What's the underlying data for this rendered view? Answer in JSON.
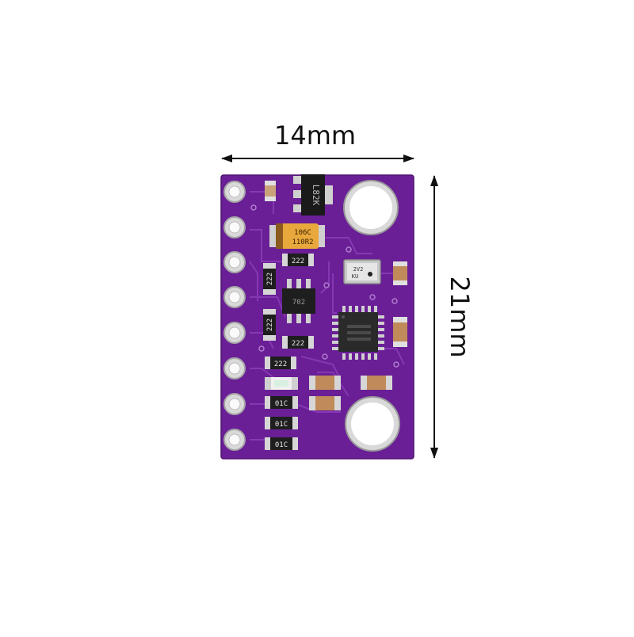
{
  "dimensions": {
    "width_label": "14mm",
    "height_label": "21mm"
  },
  "board": {
    "color": "#6a1f96",
    "pad_color": "#d9d9d9",
    "pin_count": 8,
    "chip_markings": {
      "regulator": "L82K",
      "tantalum_cap": "106C",
      "tantalum_cap_line2": "110R2",
      "pressure_sensor": "2V2",
      "pressure_sensor_line2": "KU",
      "sot_chip": "702"
    },
    "resistor_codes": [
      "222",
      "222",
      "222",
      "222",
      "222"
    ],
    "capacitor_codes": [
      "01C",
      "01C",
      "01C"
    ]
  }
}
